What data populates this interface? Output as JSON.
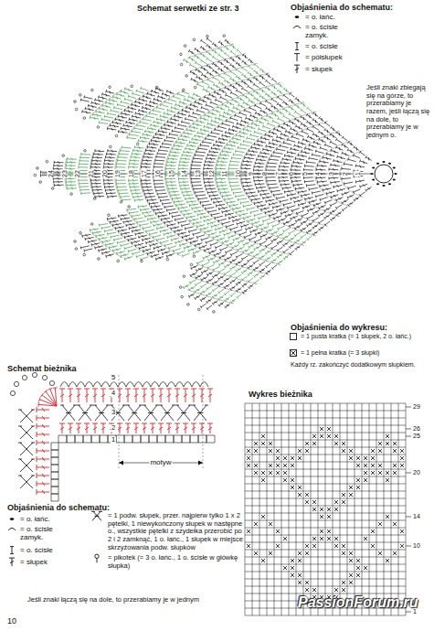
{
  "diagram": {
    "title": "Schemat serwetki ze str. 3",
    "labels": [
      "Objaśnienia do schematu:",
      "Jeśli znaki zbiegają się na górze, to przerabiamy je razem, jeśli łączą się na dole, to przerabiamy je w jednym o.",
      "1",
      "2",
      "3",
      "4",
      "5",
      "6",
      "7",
      "8",
      "9",
      "10",
      "11",
      "12",
      "13",
      "14",
      "15",
      "16",
      "17",
      "18",
      "19",
      "20",
      "21",
      "22",
      "23",
      "24",
      "Objaśnienia do wykresu:",
      "Każdy rz. zakończyć dodatkowym słupkiem.",
      "Schemat bieżnika",
      "5",
      "4",
      "3",
      "2",
      "1",
      "motyw",
      "Objaśnienia do schematu:",
      "Jeśli znaki łączą się na dole, to przerabiamy je w jednym",
      "Wykres bieżnika",
      "29",
      "26",
      "25",
      "20",
      "14",
      "10",
      "1",
      "10",
      "PassionForum.ru"
    ],
    "legend": [
      {
        "text": "= o. łańc."
      },
      {
        "text": "= o. ścisłe zamyk."
      },
      {
        "text": "= o. ścisłe"
      },
      {
        "text": "= półsłupek"
      },
      {
        "text": "= słupek"
      },
      {
        "text": "= 1 pusta kratka (= 1 słupek, 2 o. łańc.)"
      },
      {
        "text": "= 1 pełna kratka (= 3 słupki)"
      },
      {
        "text": "= o. łańc."
      },
      {
        "text": "= o. ścisłe zamyk."
      },
      {
        "text": "= o. ścisłe"
      },
      {
        "text": "= słupek"
      },
      {
        "text": "= 1 podw. słupek, przer. najpierw tylko 1 x 2 pętelki, 1 niewykończony słupek w następne o., wszystkie pętelki z szydełka przerobić po 2 i 2 zamknąć, 1 o. łańc., 1 słupek w miejsce skrzyżowania podw. słupków"
      },
      {
        "text": "= pikotek (= 3 o. łańc., 1 o. ścisłe w główkę słupka)"
      }
    ]
  }
}
